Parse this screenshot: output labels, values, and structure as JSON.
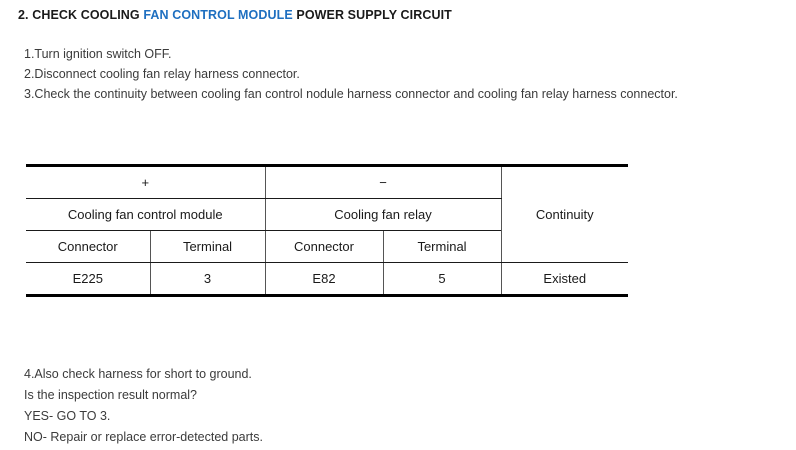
{
  "document": {
    "title_prefix": "2. CHECK COOLING ",
    "title_highlight": "FAN CONTROL MODULE",
    "title_suffix": " POWER SUPPLY CIRCUIT",
    "highlight_color": "#1e6fc0",
    "text_color": "#3b3b3b",
    "heading_color": "#1a1a1a"
  },
  "steps_top": [
    "1.Turn ignition switch OFF.",
    "2.Disconnect cooling fan relay harness connector.",
    "3.Check the continuity between cooling fan control nodule harness connector and cooling fan relay harness connector."
  ],
  "table": {
    "polarity": {
      "positive": "+",
      "negative": "−"
    },
    "group_positive": "Cooling fan control module",
    "group_negative": "Cooling fan relay",
    "continuity_header": "Continuity",
    "sub_headers": {
      "connector_a": "Connector",
      "terminal_a": "Terminal",
      "connector_b": "Connector",
      "terminal_b": "Terminal"
    },
    "row": {
      "connector_a": "E225",
      "terminal_a": "3",
      "connector_b": "E82",
      "terminal_b": "5",
      "continuity": "Existed"
    }
  },
  "steps_bottom": [
    "4.Also check harness for short to ground.",
    "Is the inspection result normal?",
    "YES- GO TO 3.",
    "NO- Repair or replace error-detected parts."
  ]
}
